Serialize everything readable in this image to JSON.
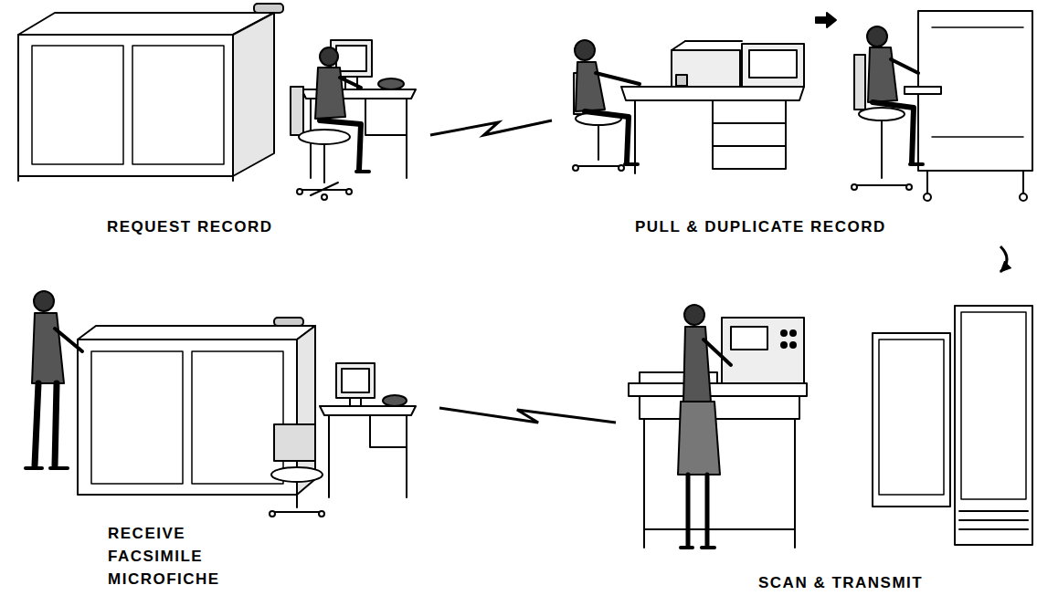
{
  "diagram": {
    "nodes": [
      {
        "text": [
          "REQUEST RECORD"
        ]
      },
      {
        "text": [
          "PULL & DUPLICATE RECORD"
        ]
      },
      {
        "text": [
          "RECEIVE FACSIMILE MICROFICHE"
        ]
      },
      {
        "text": [
          "SCAN & TRANSMIT"
        ]
      }
    ],
    "edges": [
      {
        "from": 0,
        "to": 1,
        "arrow": "none"
      },
      {
        "from": 1,
        "to": 3,
        "arrow": "to"
      },
      {
        "from": 3,
        "to": 2,
        "arrow": "none"
      }
    ]
  }
}
